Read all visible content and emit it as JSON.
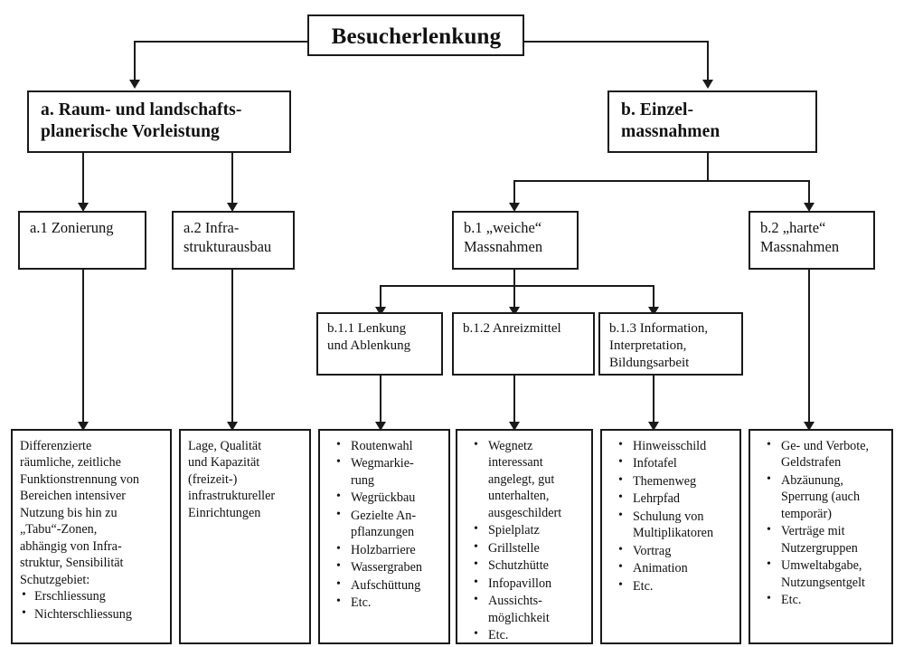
{
  "diagram": {
    "title": "Besucherlenkung",
    "root": {
      "label": "Besucherlenkung"
    },
    "level1": [
      {
        "label": "a. Raum- und landschafts-\nplanerische Vorleistung"
      },
      {
        "label": "b. Einzel-\nmassnahmen"
      }
    ],
    "level2": [
      {
        "label": "a.1 Zonierung"
      },
      {
        "label": "a.2 Infra-\nstrukturausbau"
      },
      {
        "label": "b.1 „weiche“\nMassnahmen"
      },
      {
        "label": "b.2 „harte“\nMassnahmen"
      }
    ],
    "level3": [
      {
        "label": "b.1.1 Lenkung\nund Ablenkung"
      },
      {
        "label": "b.1.2 Anreizmittel"
      },
      {
        "label": "b.1.3 Information,\nInterpretation,\nBildungsarbeit"
      }
    ],
    "leaves": [
      {
        "id": "leaf-a1",
        "paragraph": "Differenzierte\nräumliche, zeitliche\nFunktionstrennung von\nBereichen intensiver\nNutzung bis hin zu\n„Tabu“-Zonen,\nabhängig von Infra-\nstruktur, Sensibilität\nSchutzgebiet:",
        "bullets": [
          "Erschliessung",
          "Nichterschliessung"
        ]
      },
      {
        "id": "leaf-a2",
        "paragraph": "Lage, Qualität\nund Kapazität\n(freizeit-)\ninfrastruktureller\nEinrichtungen",
        "bullets": []
      },
      {
        "id": "leaf-b11",
        "paragraph": "",
        "bullets": [
          "Routenwahl",
          "Wegmarkie-\nrung",
          "Wegrückbau",
          "Gezielte An-\npflanzungen",
          "Holzbarriere",
          "Wassergraben",
          "Aufschüttung",
          "Etc."
        ]
      },
      {
        "id": "leaf-b12",
        "paragraph": "",
        "bullets": [
          "Wegnetz\ninteressant\nangelegt, gut\nunterhalten,\nausgeschildert",
          "Spielplatz",
          "Grillstelle",
          "Schutzhütte",
          "Infopavillon",
          "Aussichts-\nmöglichkeit",
          "Etc."
        ]
      },
      {
        "id": "leaf-b13",
        "paragraph": "",
        "bullets": [
          "Hinweisschild",
          "Infotafel",
          "Themenweg",
          "Lehrpfad",
          "Schulung von\nMultiplikatoren",
          "Vortrag",
          "Animation",
          "Etc."
        ]
      },
      {
        "id": "leaf-b2",
        "paragraph": "",
        "bullets": [
          "Ge- und Verbote,\nGeldstrafen",
          "Abzäunung,\nSperrung (auch\ntemporär)",
          "Verträge mit\nNutzergruppen",
          "Umweltabgabe,\nNutzungsentgelt",
          "Etc."
        ]
      }
    ],
    "colors": {
      "stroke": "#1a1a1a",
      "background": "#ffffff",
      "text": "#111111"
    }
  }
}
